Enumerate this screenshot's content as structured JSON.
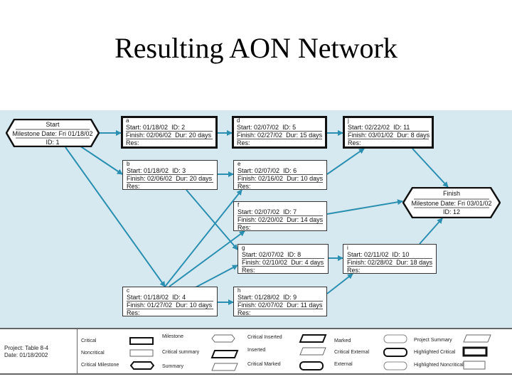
{
  "title": "Resulting AON Network",
  "start": {
    "name": "Start",
    "milestone": "Milestone Date: Fri 01/18/02",
    "id": "ID: 1"
  },
  "finish": {
    "name": "Finish",
    "milestone": "Milestone Date: Fri 03/01/02",
    "id": "ID: 12"
  },
  "tasks": [
    {
      "name": "a",
      "start": "Start: 01/18/02",
      "id": "ID: 2",
      "finish": "Finish: 02/06/02",
      "dur": "Dur: 20 days",
      "res": "Res:",
      "critical": true
    },
    {
      "name": "b",
      "start": "Start: 01/18/02",
      "id": "ID: 3",
      "finish": "Finish: 02/06/02",
      "dur": "Dur: 20 days",
      "res": "Res:",
      "critical": false
    },
    {
      "name": "c",
      "start": "Start: 01/18/02",
      "id": "ID: 4",
      "finish": "Finish: 01/27/02",
      "dur": "Dur: 10 days",
      "res": "Res:",
      "critical": false
    },
    {
      "name": "d",
      "start": "Start: 02/07/02",
      "id": "ID: 5",
      "finish": "Finish: 02/27/02",
      "dur": "Dur: 15 days",
      "res": "Res:",
      "critical": true
    },
    {
      "name": "e",
      "start": "Start: 02/07/02",
      "id": "ID: 6",
      "finish": "Finish: 02/16/02",
      "dur": "Dur: 10 days",
      "res": "Res:",
      "critical": false
    },
    {
      "name": "f",
      "start": "Start: 02/07/02",
      "id": "ID: 7",
      "finish": "Finish: 02/20/02",
      "dur": "Dur: 14 days",
      "res": "Res:",
      "critical": false
    },
    {
      "name": "g",
      "start": "Start: 02/07/02",
      "id": "ID: 8",
      "finish": "Finish: 02/10/02",
      "dur": "Dur: 4 days",
      "res": "Res:",
      "critical": false
    },
    {
      "name": "h",
      "start": "Start: 01/28/02",
      "id": "ID: 9",
      "finish": "Finish: 02/07/02",
      "dur": "Dur: 11 days",
      "res": "Res:",
      "critical": false
    },
    {
      "name": "i",
      "start": "Start: 02/11/02",
      "id": "ID: 10",
      "finish": "Finish: 02/28/02",
      "dur": "Dur: 18 days",
      "res": "Res:",
      "critical": false
    },
    {
      "name": "j",
      "start": "Start: 02/22/02",
      "id": "ID: 11",
      "finish": "Finish: 03/01/02",
      "dur": "Dur: 8 days",
      "res": "Res:",
      "critical": true
    }
  ],
  "legend": {
    "project": "Project: Table 8-4",
    "date": "Date: 01/18/2002",
    "items": [
      "Critical",
      "Noncritical",
      "Critical Milestone",
      "Milestone",
      "Critical summary",
      "Summary",
      "Critical Inserted",
      "Inserted",
      "Critical Marked",
      "Marked",
      "Critical External",
      "External",
      "Project Summary",
      "Highlighted Critical",
      "Highlighted Noncritical"
    ]
  },
  "colors": {
    "link": "#2a8fb0",
    "canvas": "#d7e9f0"
  }
}
